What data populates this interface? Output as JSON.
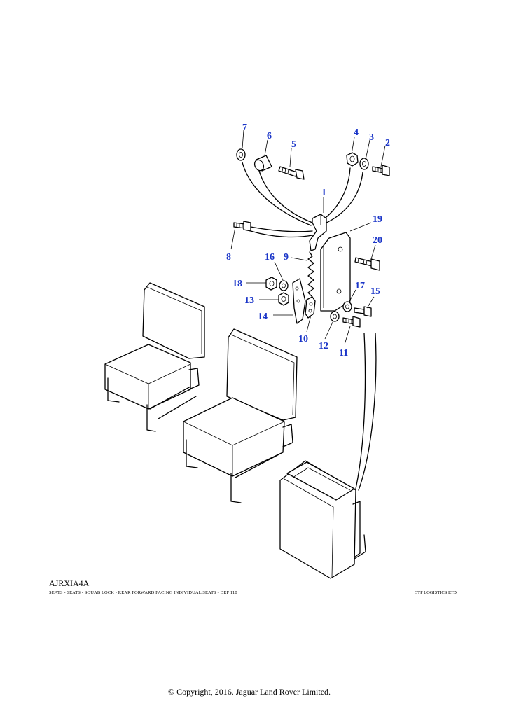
{
  "diagram": {
    "reference_code": "AJRXIA4A",
    "caption": "SEATS - SEATS - SQUAB LOCK - REAR FORWARD FACING INDIVIDUAL SEATS - DEF 110",
    "supplier": "CTP LOGISTICS LTD",
    "copyright": "© Copyright, 2016. Jaguar Land Rover Limited.",
    "callout_color": "#1a35c8",
    "callouts": [
      "1",
      "2",
      "3",
      "4",
      "5",
      "6",
      "7",
      "8",
      "9",
      "10",
      "11",
      "12",
      "13",
      "14",
      "15",
      "16",
      "17",
      "18",
      "19",
      "20"
    ]
  }
}
